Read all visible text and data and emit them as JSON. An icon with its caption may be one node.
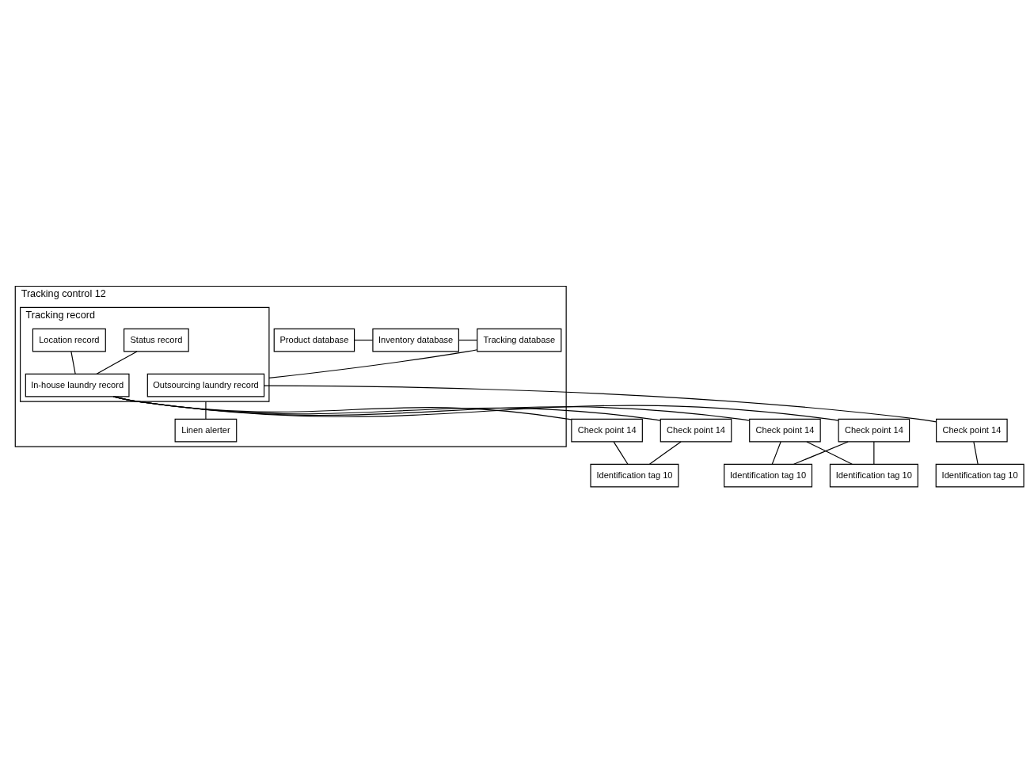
{
  "diagram": {
    "nodes": [
      {
        "text": [
          "Tracking control 12"
        ]
      },
      {
        "text": [
          "Product database"
        ],
        "in": 0
      },
      {
        "text": [
          "Inventory database"
        ],
        "in": 0
      },
      {
        "text": [
          "Tracking database"
        ],
        "in": 0
      },
      {
        "text": [
          "Tracking record"
        ],
        "in": 0
      },
      {
        "text": [
          "Outsourcing laundry record"
        ],
        "in": 4
      },
      {
        "text": [
          "Status record"
        ],
        "in": 4
      },
      {
        "text": [
          "Location record"
        ],
        "in": 4
      },
      {
        "text": [
          "In-house laundry record"
        ],
        "in": 4
      },
      {
        "text": [
          "Linen alerter"
        ],
        "in": 0
      },
      {
        "text": [
          "Check point 14"
        ]
      },
      {
        "text": [
          "Check point 14"
        ]
      },
      {
        "text": [
          "Check point 14"
        ]
      },
      {
        "text": [
          "Check point 14"
        ]
      },
      {
        "text": [
          "Check point 14"
        ]
      },
      {
        "text": [
          "Identification tag 10"
        ]
      },
      {
        "text": [
          "Identification tag 10"
        ]
      },
      {
        "text": [
          "Identification tag 10"
        ]
      },
      {
        "text": [
          "Identification tag 10"
        ]
      }
    ],
    "edges": [
      {
        "from": 1,
        "to": 2,
        "arrow": "none"
      },
      {
        "from": 2,
        "to": 3,
        "arrow": "none"
      },
      {
        "from": 3,
        "to": 4,
        "arrow": "none"
      },
      {
        "from": 4,
        "to": 9,
        "arrow": "none"
      },
      {
        "from": 6,
        "to": 8,
        "arrow": "none"
      },
      {
        "from": 7,
        "to": 8,
        "arrow": "none"
      },
      {
        "from": 5,
        "to": 10,
        "arrow": "none"
      },
      {
        "from": 8,
        "to": 11,
        "arrow": "none"
      },
      {
        "from": 8,
        "to": 12,
        "arrow": "none"
      },
      {
        "from": 8,
        "to": 13,
        "arrow": "none"
      },
      {
        "from": 8,
        "to": 14,
        "arrow": "none"
      },
      {
        "from": 10,
        "to": 15,
        "arrow": "none"
      },
      {
        "from": 11,
        "to": 16,
        "arrow": "none"
      },
      {
        "from": 12,
        "to": 16,
        "arrow": "none"
      },
      {
        "from": 13,
        "to": 17,
        "arrow": "none"
      },
      {
        "from": 13,
        "to": 18,
        "arrow": "none"
      },
      {
        "from": 14,
        "to": 17,
        "arrow": "none"
      },
      {
        "from": 14,
        "to": 18,
        "arrow": "none"
      }
    ]
  }
}
